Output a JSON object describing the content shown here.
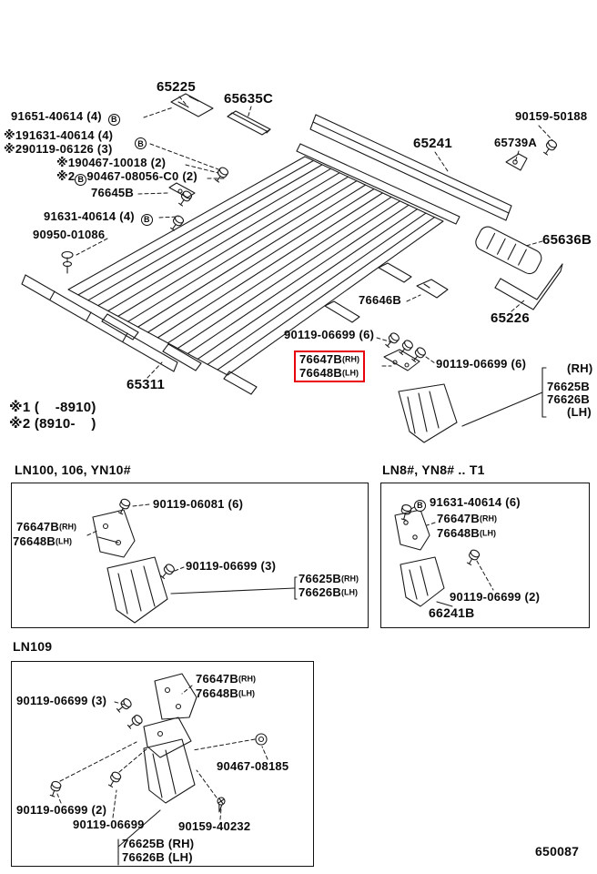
{
  "page": {
    "bg": "#ffffff",
    "line_color": "#1a1a1a",
    "highlight_color": "#e8000d"
  },
  "icons": {
    "circled_b": "B"
  },
  "top": {
    "p65225": "65225",
    "p65635C": "65635C",
    "b91651_40614": "91651-40614 (4)",
    "n1_91631_40614": "※191631-40614 (4)",
    "n2_90119_06126": "※290119-06126 (3)",
    "n1_90467_10018": "※190467-10018 (2)",
    "n2_prefix": "※2",
    "b90467_08056": "90467-08056-C0 (2)",
    "p76645B": "76645B",
    "b91631_40614": "91631-40614 (4)",
    "p90950_01086": "90950-01086",
    "b90159_50188": "90159-50188",
    "p65241": "65241",
    "p65739A": "65739A",
    "p65636B": "65636B",
    "p65226": "65226",
    "p76646B": "76646B",
    "b90119_06699_left": "90119-06699 (6)",
    "hl_76647B": "76647B",
    "hl_76647B_sfx": "(RH)",
    "hl_76648B": "76648B",
    "hl_76648B_sfx": "(LH)",
    "b90119_06699_right": "90119-06699 (6)",
    "rh": "(RH)",
    "p76625B": "76625B",
    "p76626B": "76626B",
    "lh": "(LH)",
    "p65311": "65311",
    "legend1": "※1 (    -8910)",
    "legend2": "※2 (8910-    )"
  },
  "box_left": {
    "header": "LN100, 106, YN10#",
    "b90119_06081": "90119-06081 (6)",
    "p76647B": "76647B",
    "p76647B_sfx": "(RH)",
    "p76648B": "76648B",
    "p76648B_sfx": "(LH)",
    "b90119_06699": "90119-06699 (3)",
    "p76625B": "76625B",
    "p76625B_sfx": "(RH)",
    "p76626B": "76626B",
    "p76626B_sfx": "(LH)"
  },
  "box_right": {
    "header": "LN8#, YN8# .. T1",
    "b91631_40614": "91631-40614 (6)",
    "p76647B": "76647B",
    "p76647B_sfx": "(RH)",
    "p76648B": "76648B",
    "p76648B_sfx": "(LH)",
    "b90119_06699": "90119-06699 (2)",
    "p66241B": "66241B"
  },
  "box_bottom": {
    "header": "LN109",
    "p76647B": "76647B",
    "p76647B_sfx": "(RH)",
    "p76648B": "76648B",
    "p76648B_sfx": "(LH)",
    "b90119_06699_3": "90119-06699 (3)",
    "b90467_08185": "90467-08185",
    "b90119_06699_2": "90119-06699 (2)",
    "b90119_06699": "90119-06699",
    "b90159_40232": "90159-40232",
    "p76625B": "76625B (RH)",
    "p76626B": "76626B (LH)"
  },
  "footer": {
    "diagram_number": "650087"
  }
}
